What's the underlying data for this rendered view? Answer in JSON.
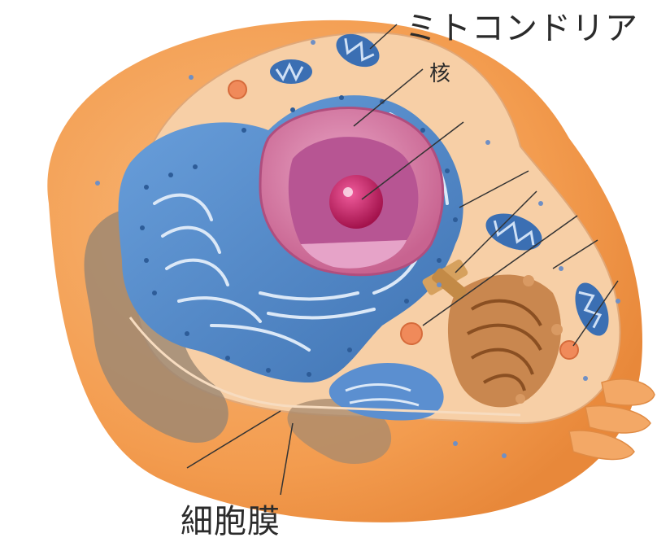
{
  "labels": {
    "mitochondria": "ミトコンドリア",
    "nucleus": "核",
    "cell_membrane": "細胞膜"
  },
  "colors": {
    "cytoplasm": "#f4a25a",
    "cytoplasm_light": "#f7c597",
    "inner_cut": "#f5d5b6",
    "er_blue": "#4f86c6",
    "er_blue_dark": "#2f5f9a",
    "nucleus_pink": "#d77aa4",
    "nucleolus": "#c2185b",
    "golgi": "#c9874f",
    "mito_blue": "#3b6fb3",
    "leader_line": "#333333"
  }
}
